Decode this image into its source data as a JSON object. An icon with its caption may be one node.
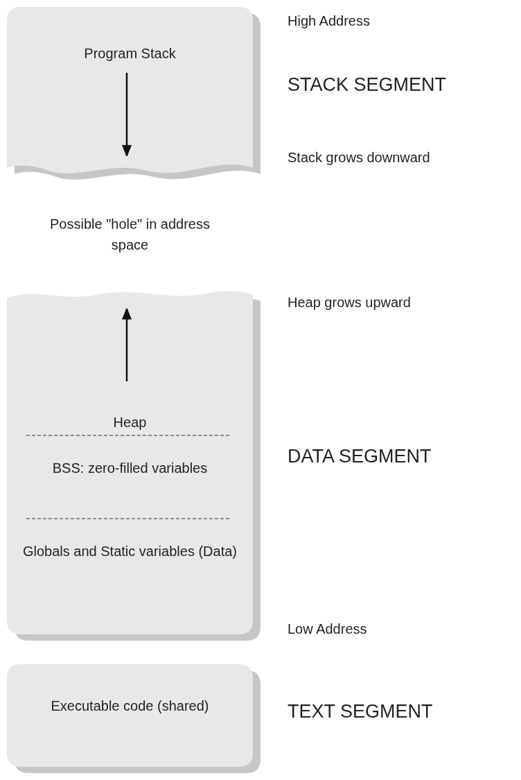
{
  "diagram": {
    "nodes": [
      {
        "text": [
          "Program Stack"
        ]
      },
      {
        "text": [
          "Heap",
          "BSS: zero-filled variables",
          "Globals and Static variables (Data)"
        ]
      },
      {
        "text": [
          "Executable code (shared)"
        ]
      }
    ],
    "labels": [
      "High Address",
      "STACK SEGMENT",
      "Stack grows downward",
      "Possible \"hole\" in address space",
      "Heap grows upward",
      "DATA SEGMENT",
      "Low Address",
      "TEXT SEGMENT"
    ]
  }
}
